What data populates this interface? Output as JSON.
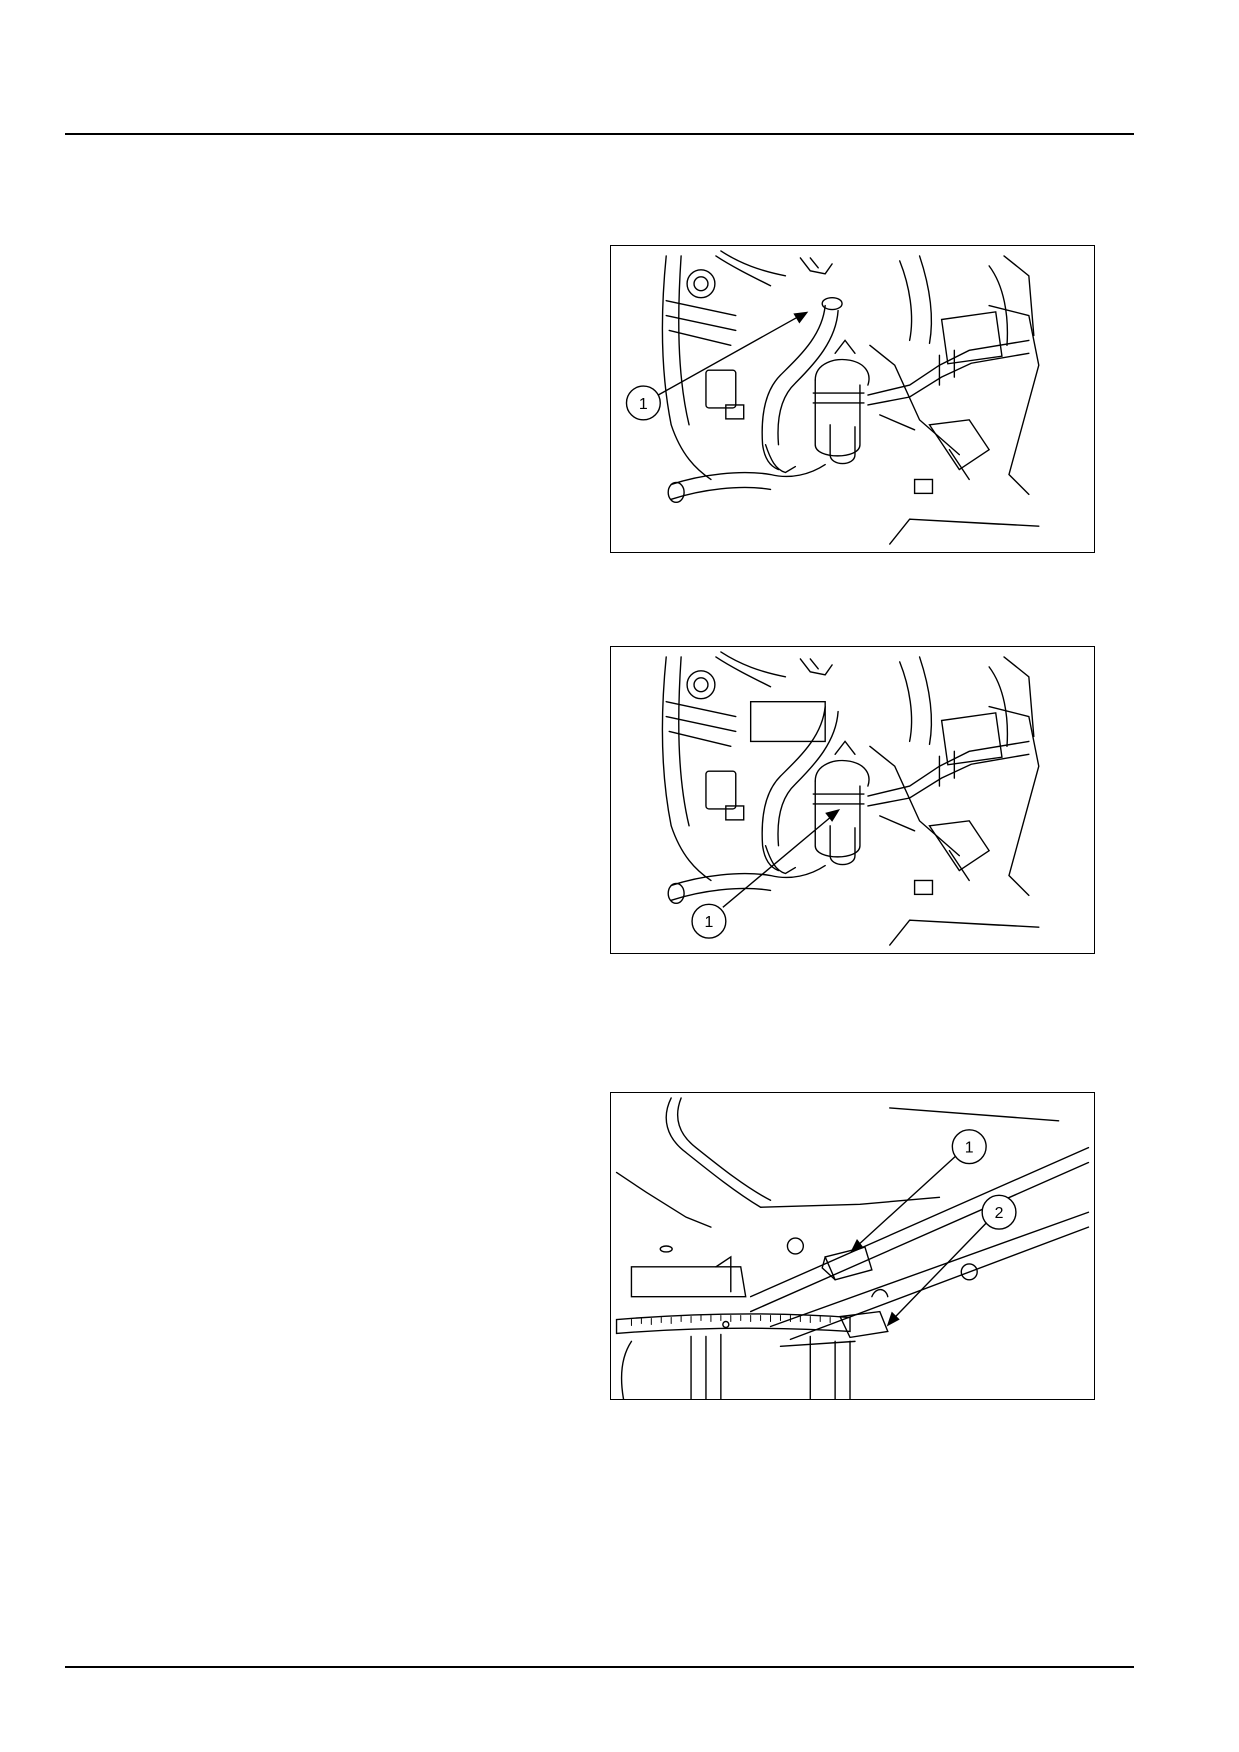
{
  "figures": [
    {
      "id": "fig-1",
      "callouts": [
        {
          "label": "1"
        }
      ]
    },
    {
      "id": "fig-2",
      "callouts": [
        {
          "label": "1"
        }
      ]
    },
    {
      "id": "fig-3",
      "callouts": [
        {
          "label": "1"
        },
        {
          "label": "2"
        }
      ]
    }
  ]
}
